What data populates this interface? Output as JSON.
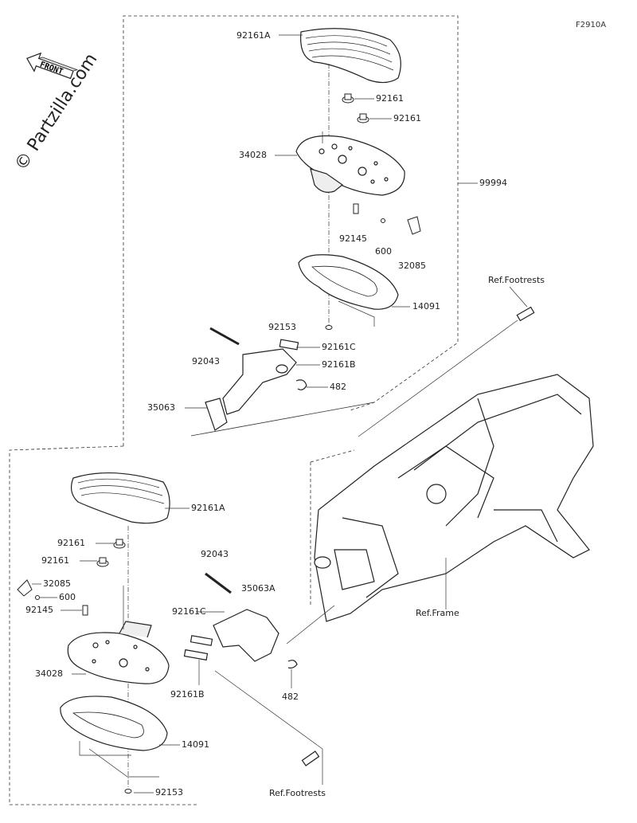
{
  "figure_code": "F2910A",
  "watermark": "© Partzilla.com",
  "front_label": "FRONT",
  "labels": {
    "top_92161A": "92161A",
    "top_92161_a": "92161",
    "top_92161_b": "92161",
    "top_34028": "34028",
    "top_99994": "99994",
    "top_92145": "92145",
    "top_600": "600",
    "top_32085": "32085",
    "top_ref_footrests": "Ref.Footrests",
    "top_14091": "14091",
    "top_92153": "92153",
    "top_92161C": "92161C",
    "top_92043": "92043",
    "top_92161B": "92161B",
    "top_482": "482",
    "top_35063": "35063",
    "bot_92161A": "92161A",
    "bot_92161_a": "92161",
    "bot_92161_b": "92161",
    "bot_32085": "32085",
    "bot_600": "600",
    "bot_92145": "92145",
    "bot_92043": "92043",
    "bot_35063A": "35063A",
    "bot_92161C": "92161C",
    "ref_frame": "Ref.Frame",
    "bot_34028": "34028",
    "bot_92161B": "92161B",
    "bot_482": "482",
    "bot_14091": "14091",
    "bot_92153": "92153",
    "bot_ref_footrests": "Ref.Footrests"
  }
}
